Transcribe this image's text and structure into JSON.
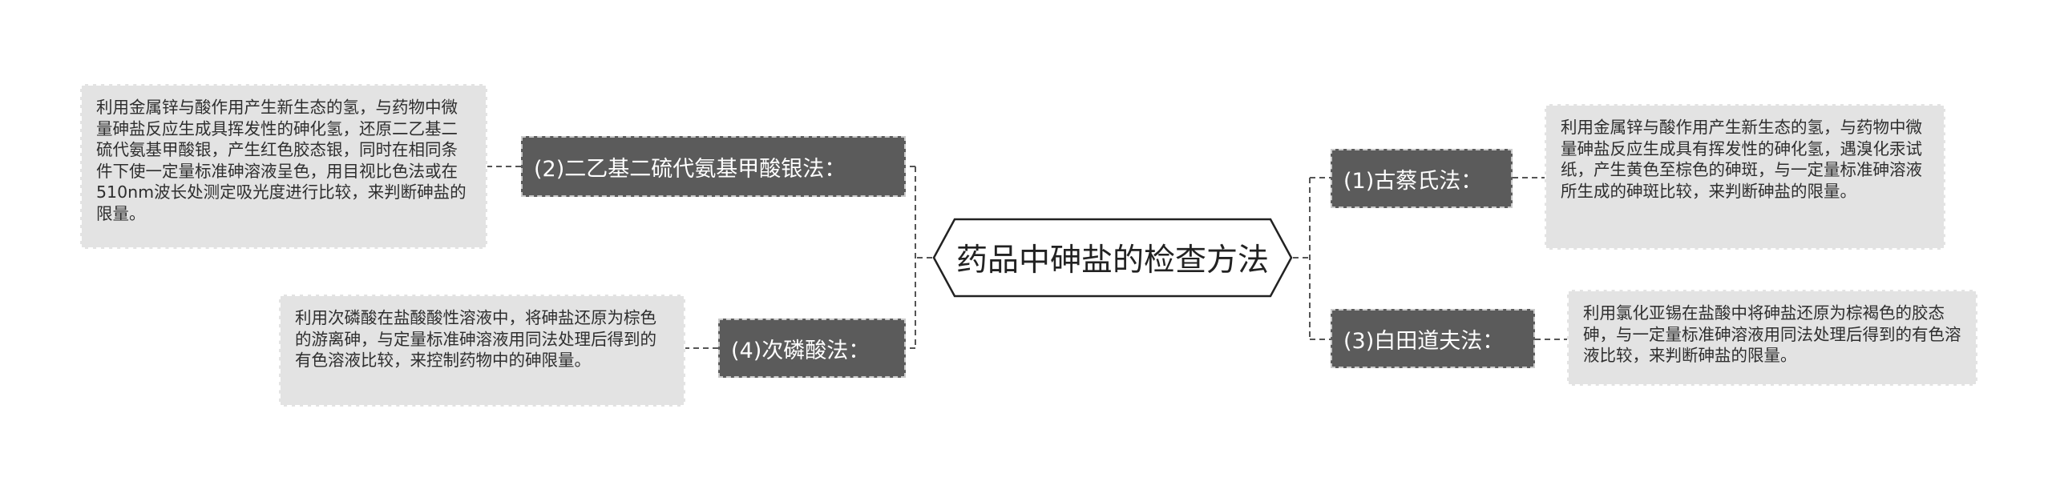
{
  "central_topic": "药品中砷盐的检查方法",
  "branches": [
    {
      "label": "(2)二乙基二硫代氨基甲酸银法：",
      "description": "利用金属锌与酸作用产生新生态的氢，与药物中微量砷盐反应生成具挥发性的砷化氢，还原二乙基二硫代氨基甲酸银，产生红色胶态银，同时在相同条件下使一定量标准砷溶液呈色，用目视比色法或在510nm波长处测定吸光度进行比较，来判断砷盐的限量。"
    },
    {
      "label": "(4)次磷酸法：",
      "description": "利用次磷酸在盐酸酸性溶液中，将砷盐还原为棕色的游离砷，与定量标准砷溶液用同法处理后得到的有色溶液比较，来控制药物中的砷限量。"
    },
    {
      "label": "(1)古蔡氏法：",
      "description": "利用金属锌与酸作用产生新生态的氢，与药物中微量砷盐反应生成具有挥发性的砷化氢，遇溴化汞试纸，产生黄色至棕色的砷斑，与一定量标准砷溶液所生成的砷斑比较，来判断砷盐的限量。"
    },
    {
      "label": "(3)白田道夫法：",
      "description": "利用氯化亚锡在盐酸中将砷盐还原为棕褐色的胶态砷，与一定量标准砷溶液用同法处理后得到的有色溶液比较，来判断砷盐的限量。"
    }
  ]
}
